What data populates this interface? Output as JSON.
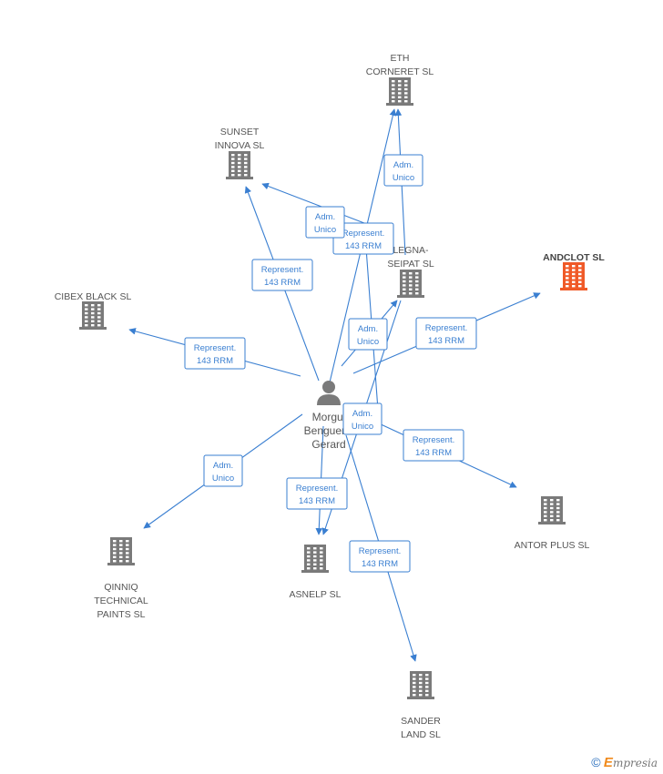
{
  "person": {
    "lines": [
      "Morgui",
      "Benguerel",
      "Gerard"
    ],
    "icon": "person-icon"
  },
  "companies": [
    {
      "id": "eth",
      "lines": [
        "ETH",
        "CORNERET SL"
      ],
      "focus": false
    },
    {
      "id": "sunset",
      "lines": [
        "SUNSET",
        "INNOVA SL"
      ],
      "focus": false
    },
    {
      "id": "legna",
      "lines": [
        "LEGNA-",
        "SEIPAT SL"
      ],
      "focus": false
    },
    {
      "id": "andclot",
      "lines": [
        "ANDCLOT SL"
      ],
      "focus": true
    },
    {
      "id": "cibex",
      "lines": [
        "CIBEX BLACK SL"
      ],
      "focus": false
    },
    {
      "id": "antor",
      "lines": [
        "ANTOR PLUS SL"
      ],
      "focus": false
    },
    {
      "id": "asnelp",
      "lines": [
        "ASNELP SL"
      ],
      "focus": false
    },
    {
      "id": "qinniq",
      "lines": [
        "QINNIQ",
        "TECHNICAL",
        "PAINTS SL"
      ],
      "focus": false
    },
    {
      "id": "sander",
      "lines": [
        "SANDER",
        "LAND SL"
      ],
      "focus": false
    }
  ],
  "relations": [
    {
      "id": "r1",
      "target": "eth",
      "lines": [
        "Adm.",
        "Unico"
      ]
    },
    {
      "id": "r2",
      "target": "eth",
      "lines": [
        "Represent.",
        "143 RRM"
      ]
    },
    {
      "id": "r3",
      "target": "sunset",
      "lines": [
        "Represent.",
        "143 RRM"
      ]
    },
    {
      "id": "r4",
      "target": "legna",
      "lines": [
        "Adm.",
        "Unico"
      ]
    },
    {
      "id": "r5",
      "target": "legna",
      "lines": [
        "Adm.",
        "Unico"
      ]
    },
    {
      "id": "r6",
      "target": "andclot",
      "lines": [
        "Represent.",
        "143 RRM"
      ]
    },
    {
      "id": "r7",
      "target": "cibex",
      "lines": [
        "Represent.",
        "143 RRM"
      ]
    },
    {
      "id": "r8",
      "target": "antor",
      "lines": [
        "Represent.",
        "143 RRM"
      ]
    },
    {
      "id": "r9",
      "target": "asnelp",
      "lines": [
        "Represent.",
        "143 RRM"
      ]
    },
    {
      "id": "r10",
      "target": "asnelp",
      "lines": [
        "Adm.",
        "Unico"
      ]
    },
    {
      "id": "r11",
      "target": "qinniq",
      "lines": [
        "Adm.",
        "Unico"
      ]
    },
    {
      "id": "r12",
      "target": "sander",
      "lines": [
        "Represent.",
        "143 RRM"
      ]
    },
    {
      "id": "r13",
      "target": "sunset",
      "lines": [
        "Adm.",
        "Unico"
      ]
    }
  ],
  "colors": {
    "edge": "#3a7fd1",
    "building": "#7a7a7a",
    "focus_building": "#f05a28",
    "person": "#7a7a7a"
  },
  "watermark": {
    "symbol": "©",
    "brand_initial": "E",
    "brand_rest": "mpresia"
  }
}
